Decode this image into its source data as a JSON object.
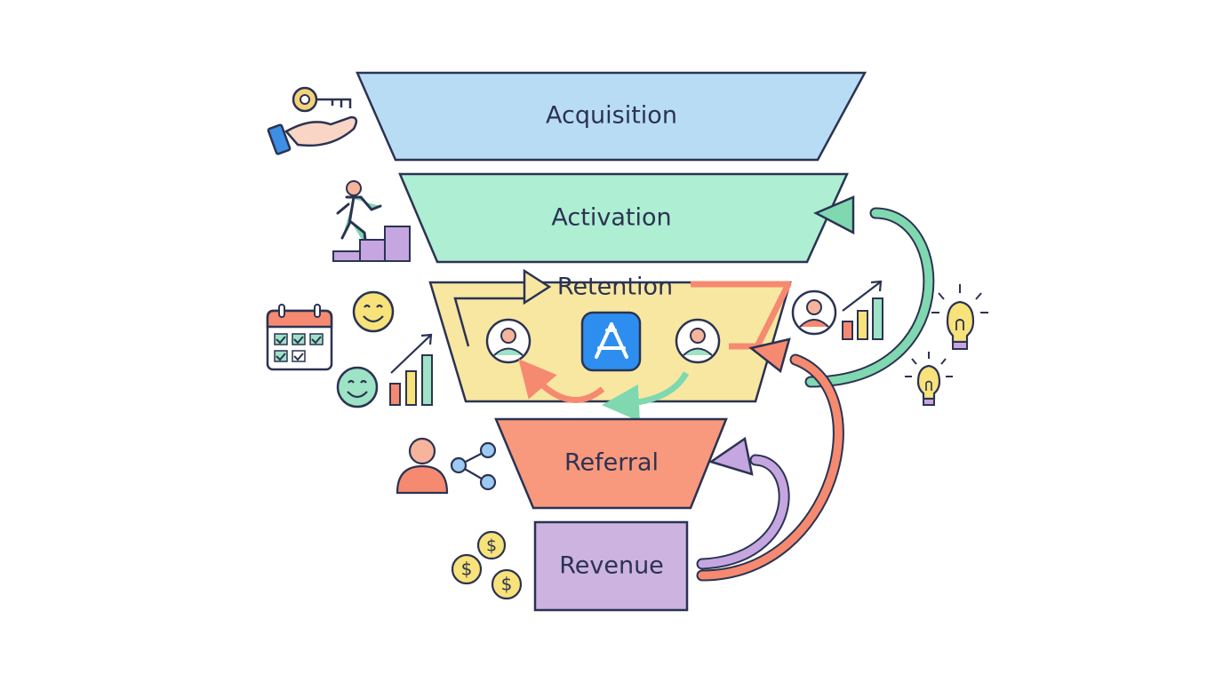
{
  "stages": {
    "acquisition": {
      "label": "Acquisition",
      "color": "#b9dcf5"
    },
    "activation": {
      "label": "Activation",
      "color": "#aeeed3"
    },
    "retention": {
      "label": "Retention",
      "color": "#f8e7a1"
    },
    "referral": {
      "label": "Referral",
      "color": "#f8987d"
    },
    "revenue": {
      "label": "Revenue",
      "color": "#cdb3e0"
    }
  },
  "outline_color": "#2b3352",
  "arrow_colors": {
    "to_activation": "#7fd8b0",
    "to_retention": "#f58a71",
    "to_referral": "#c5a6e0"
  },
  "icons": [
    "hand-key-icon",
    "climbing-stairs-icon",
    "calendar-checklist-icon",
    "smiley-icon",
    "rising-bar-chart-icon",
    "app-store-icon",
    "user-avatar-icon",
    "share-network-icon",
    "dollar-coins-icon",
    "lightbulb-icon"
  ]
}
